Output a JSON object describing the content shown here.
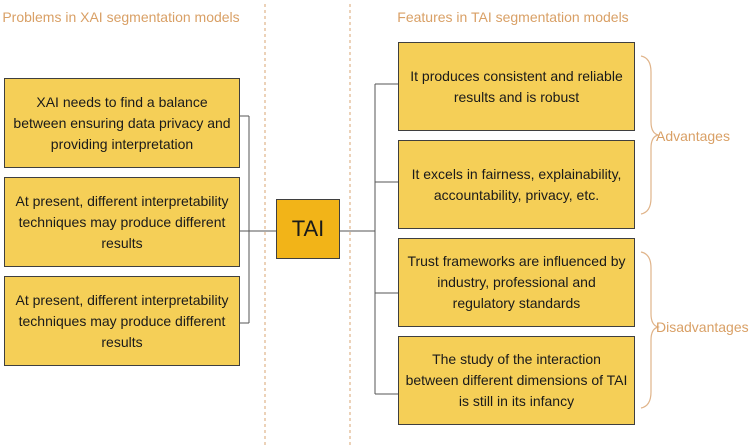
{
  "headers": {
    "left": "Problems in XAI segmentation models",
    "right": "Features in TAI segmentation models"
  },
  "center": {
    "label": "TAI"
  },
  "problems": [
    "XAI needs to find a balance between ensuring data privacy and providing interpretation",
    "At present, different interpretability techniques may produce different results",
    "At present, different interpretability techniques may produce different results"
  ],
  "features": [
    "It produces consistent and reliable results and is robust",
    "It excels in fairness, explainability, accountability, privacy, etc.",
    "Trust frameworks are influenced by industry, professional and regulatory standards",
    "The study of the interaction between different dimensions of TAI is still in its infancy"
  ],
  "groups": {
    "advantages": "Advantages",
    "disadvantages": "Disadvantages"
  },
  "colors": {
    "box_fill": "#f5cf57",
    "center_fill": "#f2b418",
    "header_text": "#d9a066",
    "line": "#3f3f3f",
    "divider": "#e0b48a"
  }
}
